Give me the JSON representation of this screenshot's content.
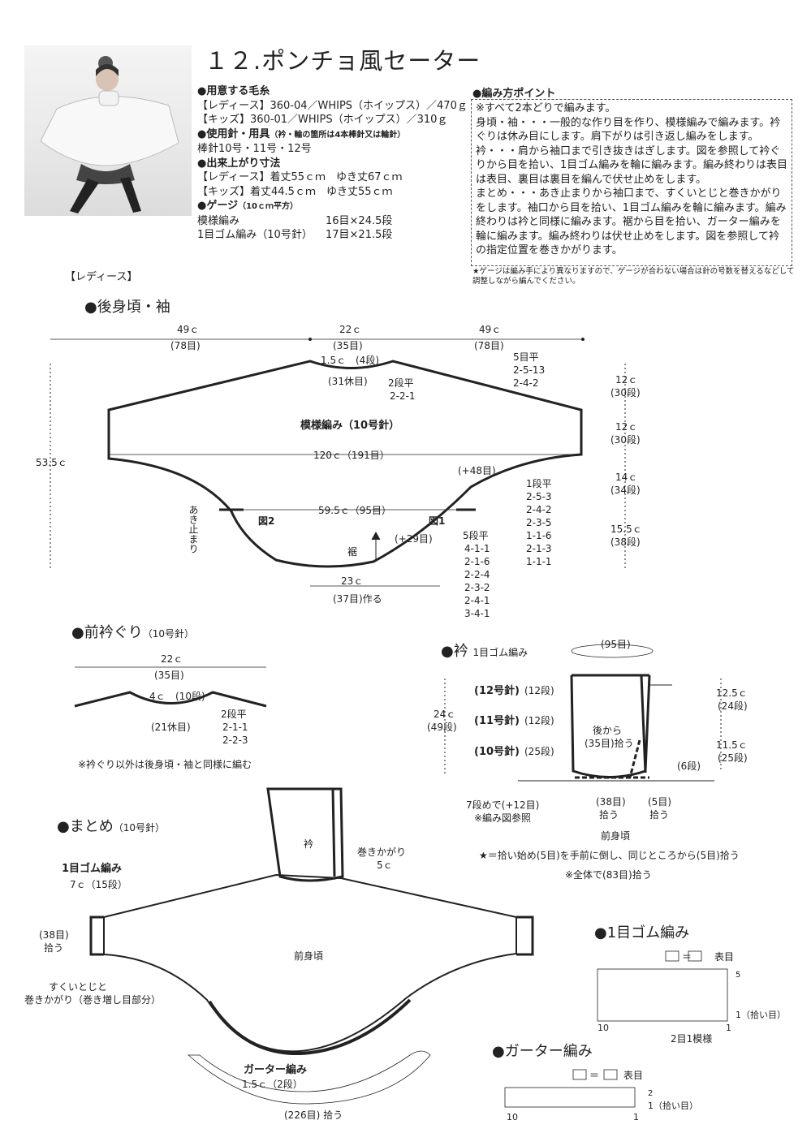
{
  "title": "１２.ポンチョ風セーター",
  "materials": {
    "yarn_h": "●用意する毛糸",
    "yarn_ladies": "【レディース】360-04／WHIPS（ホイップス）／470ｇ",
    "yarn_kids": "【キッズ】360-01／WHIPS（ホイップス）／310ｇ",
    "tools_h": "●使用針・用具",
    "tools_note": "（衿・輪の箇所は4本棒針又は輪針）",
    "tools": "棒針10号・11号・12号",
    "size_h": "●出来上がり寸法",
    "size_ladies": "【レディース】着丈55ｃｍ　ゆき丈67ｃｍ",
    "size_kids": "【キッズ】着丈44.5ｃｍ　ゆき丈55ｃｍ",
    "gauge_h": "●ゲージ",
    "gauge_unit": "（10ｃｍ平方）",
    "gauge_rows": [
      {
        "name": "模様編み",
        "value": "16目×24.5段"
      },
      {
        "name": "1目ゴム編み（10号針）",
        "value": "17目×21.5段"
      }
    ]
  },
  "points": {
    "heading": "●編み方ポイント",
    "lines": [
      "※すべて2本どりで編みます。",
      "身頃・袖・・・一般的な作り目を作り、模様編みで編みます。衿ぐりは休み目にします。肩下がりは引き返し編みをします。",
      "衿・・・肩から袖口まで引き抜きはぎします。図を参照して衿ぐりから目を拾い、1目ゴム編みを輪に編みます。編み終わりは表目は表目、裏目は裏目を編んで伏せ止めをします。",
      "まとめ・・・あき止まりから袖口まで、すくいとじと巻きかがりをします。袖口から目を拾い、1目ゴム編みを輪に編みます。編み終わりは衿と同様に編みます。裾から目を拾い、ガーター編みを輪に編みます。編み終わりは伏せ止めをします。図を参照して衿の指定位置を巻きかがります。"
    ],
    "footnote": "★ゲージは編み手により異なりますので、ゲージが合わない場合は針の号数を替えるなどして調整しながら編んでください。"
  },
  "ladies_tag": "【レディース】",
  "back": {
    "heading": "●後身頃・袖",
    "w_left": "49ｃ",
    "w_left_st": "(78目)",
    "w_mid": "22ｃ",
    "w_mid_st": "(35目)",
    "w_right": "49ｃ",
    "w_right_st": "(78目)",
    "neck_depth": "1.5ｃ",
    "neck_depth_rows": "(4段)",
    "neck_rest": "(31休目)",
    "neck_dec": [
      "2段平",
      "2-2-1"
    ],
    "shoulder": [
      "5目平",
      "2-5-13",
      "2-4-2"
    ],
    "pattern": "模様編み（10号針）",
    "width": "120ｃ（191目）",
    "total_h": "53.5ｃ",
    "plus48": "(+48目)",
    "inc1": [
      "1段平",
      "2-5-3",
      "2-4-2",
      "2-3-5",
      "1-1-6",
      "2-1-3",
      "1-1-1"
    ],
    "opening": "あき止まり",
    "hem_width": "59.5ｃ（95目）",
    "fig2": "図2",
    "fig1": "図1",
    "plus29": "(+29目)",
    "inc2": [
      "5段平",
      "4-1-1",
      "2-1-6",
      "2-2-4",
      "2-3-2",
      "2-4-1",
      "3-4-1"
    ],
    "hem": "裾",
    "cast_w": "23ｃ",
    "cast_st": "(37目)作る",
    "right_dims": [
      {
        "cm": "12ｃ",
        "rows": "(30段)"
      },
      {
        "cm": "12ｃ",
        "rows": "(30段)"
      },
      {
        "cm": "14ｃ",
        "rows": "(34段)"
      },
      {
        "cm": "15.5ｃ",
        "rows": "(38段)"
      }
    ]
  },
  "front_neck": {
    "heading": "●前衿ぐり",
    "needle": "（10号針）",
    "width": "22ｃ",
    "width_st": "(35目)",
    "depth": "4ｃ",
    "depth_rows": "(10段)",
    "rest": "(21休目)",
    "dec": [
      "2段平",
      "2-1-1",
      "2-2-3"
    ],
    "note": "※衿ぐり以外は後身頃・袖と同様に編む"
  },
  "collar": {
    "heading": "●衿",
    "sub": "1目ゴム編み",
    "top_st": "(95目)",
    "total_cm": "24ｃ",
    "total_rows": "(49段)",
    "n12": "(12号針)",
    "n12_rows": "(12段)",
    "n11": "(11号針)",
    "n11_rows": "(12段)",
    "n10": "(10号針)",
    "n10_rows": "(25段)",
    "r1_cm": "12.5ｃ",
    "r1_rows": "(24段)",
    "r2_cm": "11.5ｃ",
    "r2_rows": "(25段)",
    "back_from": "後から",
    "back_st": "(35目)拾う",
    "six_rows": "(6段)",
    "seven_rows": "7段めで(+12目)",
    "see_fig": "※編み図参照",
    "pick38": "(38目)",
    "pick38b": "拾う",
    "pick5": "(5目)",
    "pick5b": "拾う",
    "front_body": "前身頃",
    "star_note": "★＝拾い始め(5目)を手前に倒し、同じところから(5目)拾う",
    "total_note": "※全体で(83目)拾う"
  },
  "finish": {
    "heading": "●まとめ",
    "needle": "（10号針）",
    "collar": "衿",
    "whip": "巻きかがり",
    "whip_len": "5ｃ",
    "rib": "1目ゴム編み",
    "rib_len": "7ｃ（15段）",
    "pick38": "(38目)",
    "pick38b": "拾う",
    "front": "前身頃",
    "seam1": "すくいとじと",
    "seam2": "巻きかがり（巻き増し目部分）",
    "garter": "ガーター編み",
    "garter_len": "1.5ｃ（2段）",
    "pick226": "(226目) 拾う"
  },
  "rib_chart": {
    "heading": "●1目ゴム編み",
    "legend_eq": "＝",
    "legend_knit": "表目",
    "row_top": "5",
    "row_pick": "1（拾い目）",
    "col_left": "10",
    "col_right": "1",
    "repeat": "2目1模様"
  },
  "garter_chart": {
    "heading": "●ガーター編み",
    "legend_eq": "＝",
    "legend_knit": "表目",
    "row_top": "2",
    "row_pick": "1（拾い目）",
    "col_left": "10",
    "col_right": "1"
  }
}
